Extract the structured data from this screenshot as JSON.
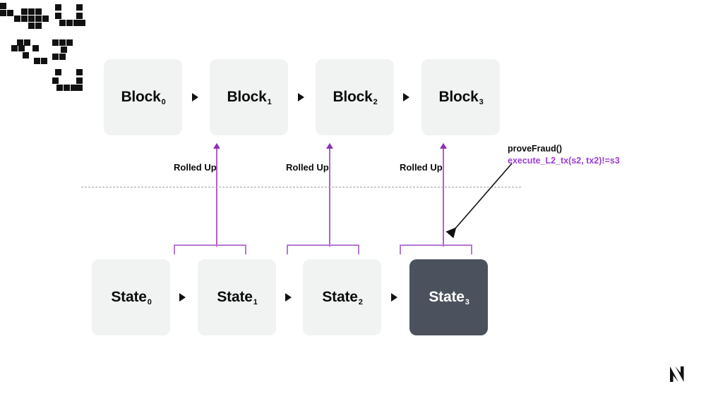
{
  "diagram": {
    "title": "Optimistic rollup fraud proof diagram",
    "colors": {
      "background": "#ffffff",
      "box_light": "#f1f2f2",
      "box_dark": "#4b525d",
      "rollup_purple": "#b45fc8",
      "bracket_purple": "#b678cf",
      "expression_purple": "#9b3fd4",
      "text_dark": "#0b0b0b",
      "text_light": "#ffffff",
      "dashed_line": "#9aa0a6"
    },
    "blocks": [
      {
        "name": "Block",
        "subscript": "0"
      },
      {
        "name": "Block",
        "subscript": "1"
      },
      {
        "name": "Block",
        "subscript": "2"
      },
      {
        "name": "Block",
        "subscript": "3"
      }
    ],
    "states": [
      {
        "name": "State",
        "subscript": "0",
        "variant": "light"
      },
      {
        "name": "State",
        "subscript": "1",
        "variant": "light"
      },
      {
        "name": "State",
        "subscript": "2",
        "variant": "light"
      },
      {
        "name": "State",
        "subscript": "3",
        "variant": "dark"
      }
    ],
    "rollup_labels": [
      {
        "text": "Rolled Up"
      },
      {
        "text": "Rolled Up"
      },
      {
        "text": "Rolled Up"
      }
    ],
    "annotation": {
      "title": "proveFraud()",
      "expression": "execute_L2_tx(s2, tx2)!=s3"
    },
    "icons": {
      "chain_arrow": "triangle-right-icon",
      "rollup_arrow": "triangle-up-icon",
      "brand": "letter-n-logo",
      "pixel_mark": "pixel-art-mark"
    }
  }
}
